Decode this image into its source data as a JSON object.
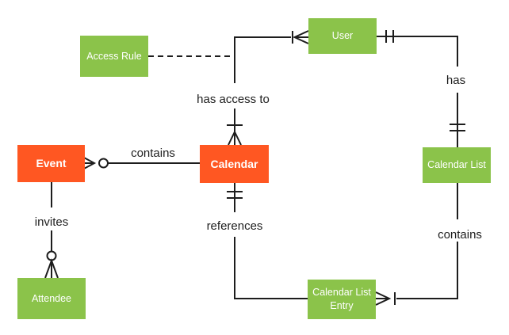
{
  "diagram": {
    "type": "entity-relationship",
    "colors": {
      "entity_primary": "#FF5722",
      "entity_secondary": "#8BC34A",
      "entity_text": "#FFFFFF",
      "line": "#1D1D1D",
      "label_text": "#1E1E1E",
      "background": "#FFFFFF"
    },
    "entities": [
      {
        "id": "event",
        "label": "Event",
        "type": "primary"
      },
      {
        "id": "calendar",
        "label": "Calendar",
        "type": "primary"
      },
      {
        "id": "access-rule",
        "label": "Access Rule",
        "type": "secondary"
      },
      {
        "id": "user",
        "label": "User",
        "type": "secondary"
      },
      {
        "id": "calendar-list",
        "label": "Calendar List",
        "type": "secondary"
      },
      {
        "id": "calendar-list-entry",
        "label": "Calendar List Entry",
        "type": "secondary"
      },
      {
        "id": "attendee",
        "label": "Attendee",
        "type": "secondary"
      }
    ],
    "relationships": [
      {
        "from": "Event",
        "to": "Calendar",
        "label": "contains",
        "event_end": "zero-or-many",
        "calendar_end": "plain",
        "style": "solid"
      },
      {
        "from": "Event",
        "to": "Attendee",
        "label": "invites",
        "attendee_end": "zero-or-many",
        "style": "solid"
      },
      {
        "from": "Calendar",
        "to": "User",
        "label": "has access to",
        "calendar_end": "one-or-many",
        "user_end": "one-or-many",
        "style": "solid"
      },
      {
        "from": "User",
        "to": "Calendar List",
        "label": "has",
        "user_end": "exactly-one",
        "calendar_list_end": "exactly-one",
        "style": "solid"
      },
      {
        "from": "Calendar",
        "to": "Calendar List Entry",
        "label": "references",
        "calendar_end": "exactly-one",
        "style": "solid"
      },
      {
        "from": "Calendar List",
        "to": "Calendar List Entry",
        "label": "contains",
        "entry_end": "one-or-many",
        "style": "solid"
      },
      {
        "from": "Access Rule",
        "to": "Calendar-User relationship",
        "label": "",
        "style": "dashed"
      }
    ]
  }
}
